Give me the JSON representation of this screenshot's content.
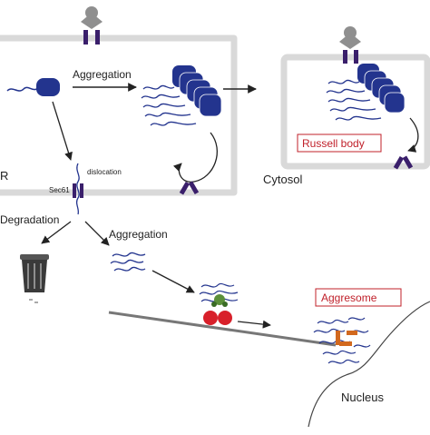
{
  "labels": {
    "aggregation_top": "Aggregation",
    "aggregation_bottom": "Aggregation",
    "dislocation": "dislocation",
    "sec61": "Sec61",
    "er": "R",
    "degradation": "Degradation",
    "cytosol": "Cytosol",
    "russell_body": "Russell body",
    "aggresome": "Aggresome",
    "nucleus": "Nucleus"
  },
  "colors": {
    "membrane": "#d9d9d9",
    "protein_blue": "#23348e",
    "receptor_purple": "#3a1f6b",
    "proteasome_red": "#d8202a",
    "label_red": "#c0202a",
    "receptor_grey": "#8f8f8f",
    "aggresome_core": "#d2691e"
  }
}
